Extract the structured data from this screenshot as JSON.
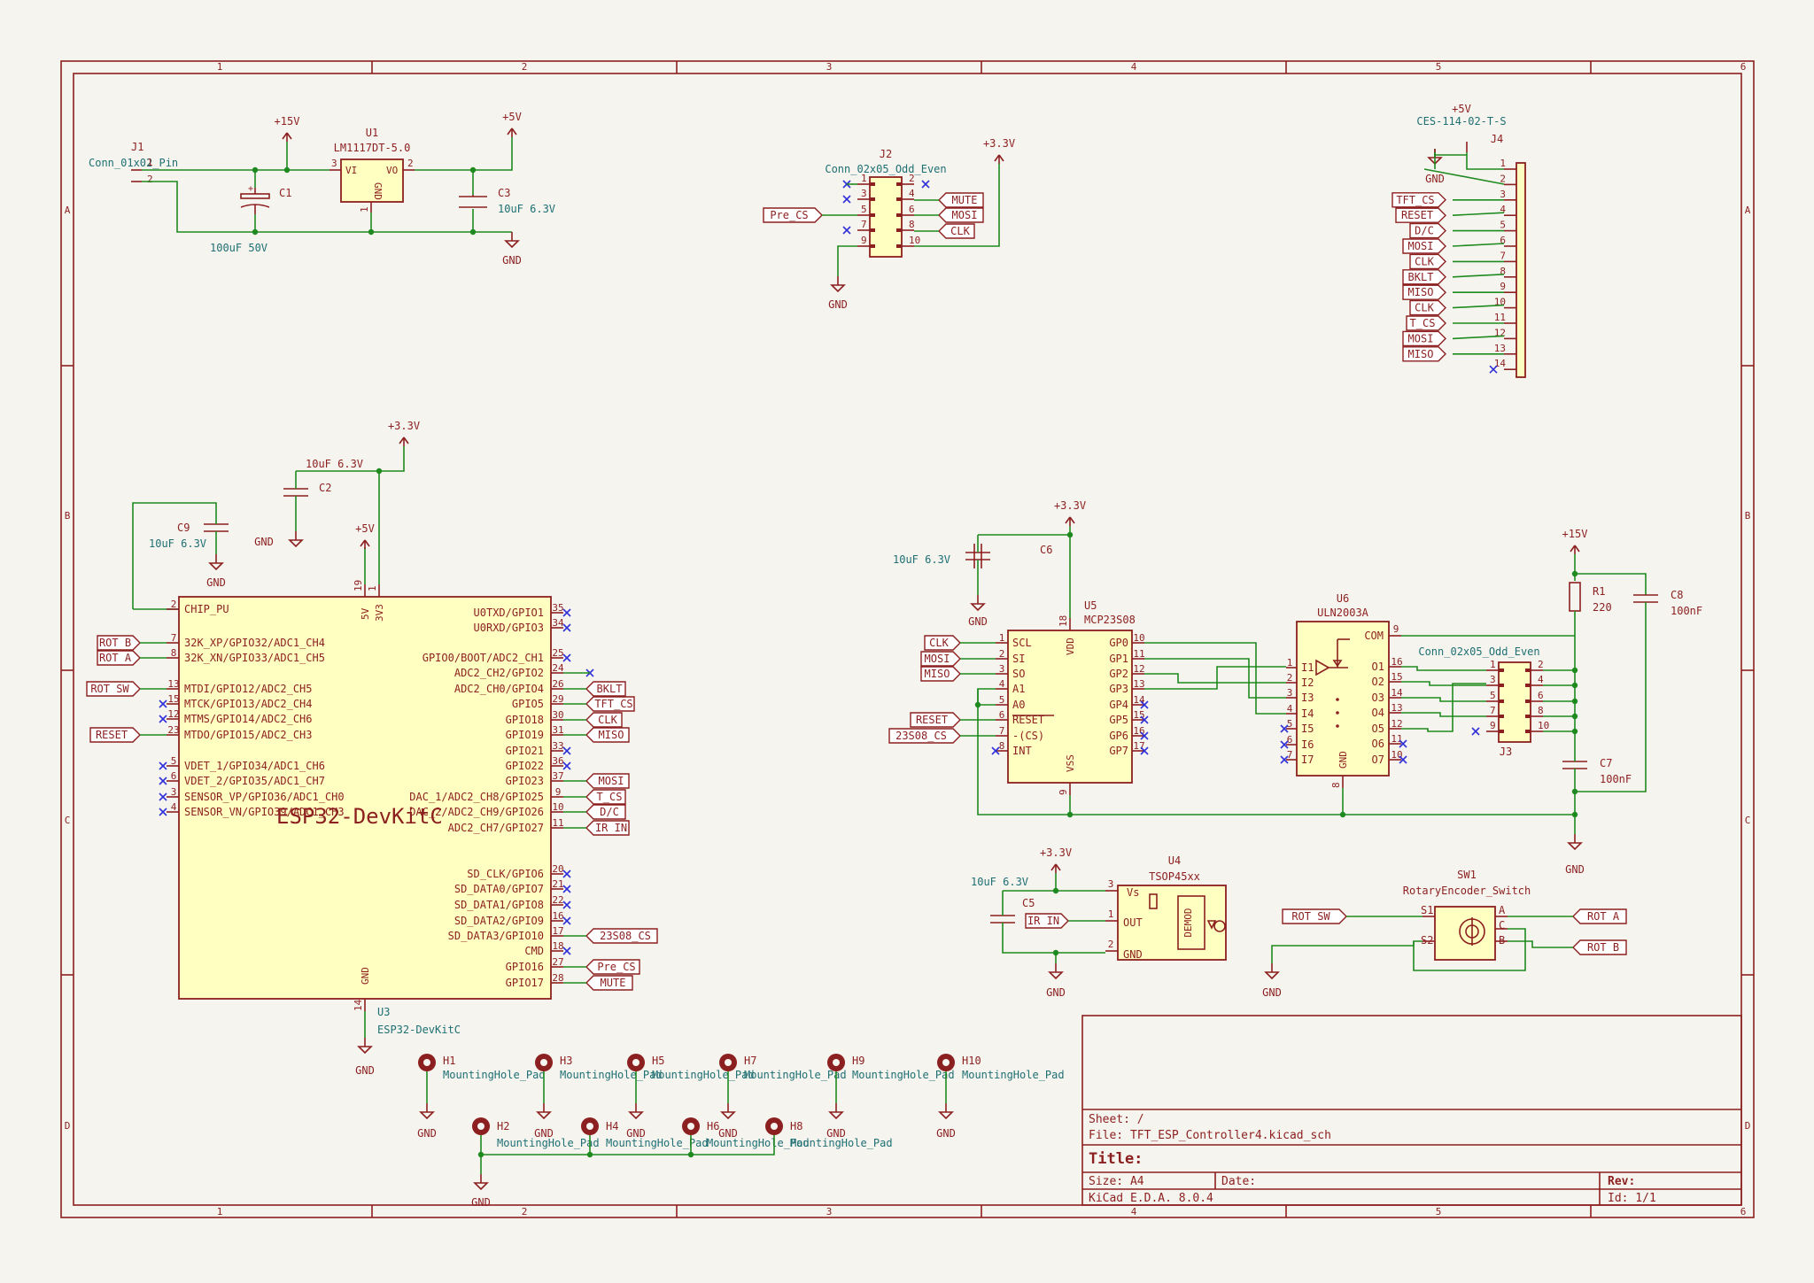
{
  "border": {
    "cols": [
      "1",
      "2",
      "3",
      "4",
      "5",
      "6"
    ],
    "rows": [
      "A",
      "B",
      "C",
      "D"
    ]
  },
  "title_block": {
    "sheet": "Sheet: /",
    "file": "File: TFT_ESP_Controller4.kicad_sch",
    "title": "Title:",
    "size": "Size: A4",
    "date": "Date:",
    "rev": "Rev:",
    "tool": "KiCad E.D.A. 8.0.4",
    "id": "Id: 1/1"
  },
  "power": {
    "p15v_a": "+15V",
    "p5v_a": "+5V",
    "gnd_a": "GND",
    "gnd_j2": "GND",
    "p33_j2": "+3.3V",
    "p33_u3": "+3.3V",
    "p5v_u3": "+5V",
    "gnd_c2": "GND",
    "gnd_c9": "GND",
    "gnd_u3": "GND",
    "p33_u5": "+3.3V",
    "gnd_c6": "GND",
    "p15v_u6": "+15V",
    "gnd_u6": "GND",
    "p33_u4": "+3.3V",
    "gnd_u4": "GND",
    "gnd_sw": "GND",
    "j4_5v": "+5V",
    "j4_gnd": "GND",
    "gnd_h": "GND"
  },
  "j1": {
    "ref": "J1",
    "value": "Conn_01x02_Pin",
    "pins": [
      "1",
      "2"
    ]
  },
  "u1": {
    "ref": "U1",
    "value": "LM1117DT-5.0",
    "vi": "VI",
    "vo": "VO",
    "gnd": "GND",
    "p1": "1",
    "p2": "2",
    "p3": "3"
  },
  "c1": {
    "ref": "C1",
    "value": "100uF 50V"
  },
  "c3": {
    "ref": "C3",
    "value": "10uF 6.3V"
  },
  "j2": {
    "ref": "J2",
    "value": "Conn_02x05_Odd_Even",
    "left_pins": [
      "1",
      "3",
      "5",
      "7",
      "9"
    ],
    "right_pins": [
      "2",
      "4",
      "6",
      "8",
      "10"
    ],
    "labels": {
      "mute": "MUTE",
      "mosi": "MOSI",
      "clk": "CLK",
      "pre_cs": "Pre_CS"
    }
  },
  "j4": {
    "ref": "J4",
    "value": "CES-114-02-T-S",
    "pins": [
      "1",
      "2",
      "3",
      "4",
      "5",
      "6",
      "7",
      "8",
      "9",
      "10",
      "11",
      "12",
      "13",
      "14"
    ],
    "labels": [
      "TFT_CS",
      "RESET",
      "D/C",
      "MOSI",
      "CLK",
      "BKLT",
      "MISO",
      "CLK",
      "T_CS",
      "MOSI",
      "MISO"
    ]
  },
  "c2": {
    "ref": "C2",
    "value": "10uF 6.3V"
  },
  "c9": {
    "ref": "C9",
    "value": "10uF 6.3V"
  },
  "u3": {
    "ref": "U3",
    "value": "ESP32-DevKitC",
    "big": "ESP32-DevKitC",
    "top_pins": {
      "p5v": "5V",
      "p3v3": "3V3",
      "n19": "19",
      "n1": "1"
    },
    "gnd": "GND",
    "n14": "14",
    "left": [
      {
        "num": "2",
        "name": "CHIP_PU"
      },
      {
        "num": "7",
        "name": "32K_XP/GPIO32/ADC1_CH4",
        "label": "ROT B"
      },
      {
        "num": "8",
        "name": "32K_XN/GPIO33/ADC1_CH5",
        "label": "ROT A"
      },
      {
        "num": "13",
        "name": "MTDI/GPIO12/ADC2_CH5",
        "label": "ROT SW"
      },
      {
        "num": "15",
        "name": "MTCK/GPIO13/ADC2_CH4"
      },
      {
        "num": "12",
        "name": "MTMS/GPIO14/ADC2_CH6"
      },
      {
        "num": "23",
        "name": "MTDO/GPIO15/ADC2_CH3",
        "label": "RESET"
      },
      {
        "num": "5",
        "name": "VDET_1/GPIO34/ADC1_CH6"
      },
      {
        "num": "6",
        "name": "VDET_2/GPIO35/ADC1_CH7"
      },
      {
        "num": "3",
        "name": "SENSOR_VP/GPIO36/ADC1_CH0"
      },
      {
        "num": "4",
        "name": "SENSOR_VN/GPIO39/ADC1_CH3"
      }
    ],
    "right": [
      {
        "num": "35",
        "name": "U0TXD/GPIO1"
      },
      {
        "num": "34",
        "name": "U0RXD/GPIO3"
      },
      {
        "num": "25",
        "name": "GPIO0/BOOT/ADC2_CH1"
      },
      {
        "num": "24",
        "name": "ADC2_CH2/GPIO2"
      },
      {
        "num": "26",
        "name": "ADC2_CH0/GPIO4",
        "label": "BKLT"
      },
      {
        "num": "29",
        "name": "GPIO5",
        "label": "TFT_CS"
      },
      {
        "num": "30",
        "name": "GPIO18",
        "label": "CLK"
      },
      {
        "num": "31",
        "name": "GPIO19",
        "label": "MISO"
      },
      {
        "num": "33",
        "name": "GPIO21"
      },
      {
        "num": "36",
        "name": "GPIO22"
      },
      {
        "num": "37",
        "name": "GPIO23",
        "label": "MOSI"
      },
      {
        "num": "9",
        "name": "DAC_1/ADC2_CH8/GPIO25",
        "label": "T_CS"
      },
      {
        "num": "10",
        "name": "DAC_2/ADC2_CH9/GPIO26",
        "label": "D/C"
      },
      {
        "num": "11",
        "name": "ADC2_CH7/GPIO27",
        "label": "IR IN"
      },
      {
        "num": "20",
        "name": "SD_CLK/GPIO6"
      },
      {
        "num": "21",
        "name": "SD_DATA0/GPIO7"
      },
      {
        "num": "22",
        "name": "SD_DATA1/GPIO8"
      },
      {
        "num": "16",
        "name": "SD_DATA2/GPIO9"
      },
      {
        "num": "17",
        "name": "SD_DATA3/GPIO10",
        "label": "23S08_CS"
      },
      {
        "num": "18",
        "name": "CMD"
      },
      {
        "num": "27",
        "name": "GPIO16",
        "label": "Pre_CS"
      },
      {
        "num": "28",
        "name": "GPIO17",
        "label": "MUTE"
      }
    ]
  },
  "c6": {
    "ref": "C6",
    "value": "10uF 6.3V"
  },
  "u5": {
    "ref": "U5",
    "value": "MCP23S08",
    "vdd": "VDD",
    "vss": "VSS",
    "n18": "18",
    "n9": "9",
    "left": [
      {
        "num": "1",
        "name": "SCL",
        "label": "CLK"
      },
      {
        "num": "2",
        "name": "SI",
        "label": "MOSI"
      },
      {
        "num": "3",
        "name": "SO",
        "label": "MISO"
      },
      {
        "num": "4",
        "name": "A1"
      },
      {
        "num": "5",
        "name": "A0"
      },
      {
        "num": "6",
        "name": "RESET",
        "label": "RESET"
      },
      {
        "num": "7",
        "name": "-(CS)",
        "label": "23S08_CS"
      },
      {
        "num": "8",
        "name": "INT"
      }
    ],
    "right": [
      {
        "num": "10",
        "name": "GP0"
      },
      {
        "num": "11",
        "name": "GP1"
      },
      {
        "num": "12",
        "name": "GP2"
      },
      {
        "num": "13",
        "name": "GP3"
      },
      {
        "num": "14",
        "name": "GP4"
      },
      {
        "num": "15",
        "name": "GP5"
      },
      {
        "num": "16",
        "name": "GP6"
      },
      {
        "num": "17",
        "name": "GP7"
      }
    ]
  },
  "u6": {
    "ref": "U6",
    "value": "ULN2003A",
    "com": "COM",
    "gnd": "GND",
    "n9": "9",
    "n8": "8",
    "inputs": [
      {
        "num": "1",
        "name": "I1"
      },
      {
        "num": "2",
        "name": "I2"
      },
      {
        "num": "3",
        "name": "I3"
      },
      {
        "num": "4",
        "name": "I4"
      },
      {
        "num": "5",
        "name": "I5"
      },
      {
        "num": "6",
        "name": "I6"
      },
      {
        "num": "7",
        "name": "I7"
      }
    ],
    "outputs": [
      {
        "num": "16",
        "name": "O1"
      },
      {
        "num": "15",
        "name": "O2"
      },
      {
        "num": "14",
        "name": "O3"
      },
      {
        "num": "13",
        "name": "O4"
      },
      {
        "num": "12",
        "name": "O5"
      },
      {
        "num": "11",
        "name": "O6"
      },
      {
        "num": "10",
        "name": "O7"
      }
    ]
  },
  "r1": {
    "ref": "R1",
    "value": "220"
  },
  "c8": {
    "ref": "C8",
    "value": "100nF"
  },
  "c7": {
    "ref": "C7",
    "value": "100nF"
  },
  "j3": {
    "ref": "J3",
    "value": "Conn_02x05_Odd_Even",
    "left_pins": [
      "1",
      "3",
      "5",
      "7",
      "9"
    ],
    "right_pins": [
      "2",
      "4",
      "6",
      "8",
      "10"
    ]
  },
  "u4": {
    "ref": "U4",
    "value": "TSOP45xx",
    "vs": "Vs",
    "out": "OUT",
    "gnd": "GND",
    "demod": "DEMOD",
    "p3": "3",
    "p1": "1",
    "p2": "2",
    "label": "IR IN"
  },
  "c5": {
    "ref": "C5",
    "value": "10uF 6.3V"
  },
  "sw1": {
    "ref": "SW1",
    "value": "RotaryEncoder_Switch",
    "s1": "S1",
    "s2": "S2",
    "a": "A",
    "c": "C",
    "b": "B",
    "rot_sw": "ROT SW",
    "rot_a": "ROT A",
    "rot_b": "ROT B"
  },
  "holes": {
    "value": "MountingHole_Pad",
    "top": [
      "H1",
      "H3",
      "H5",
      "H7",
      "H9",
      "H10"
    ],
    "bottom": [
      "H2",
      "H4",
      "H6",
      "H8"
    ]
  }
}
